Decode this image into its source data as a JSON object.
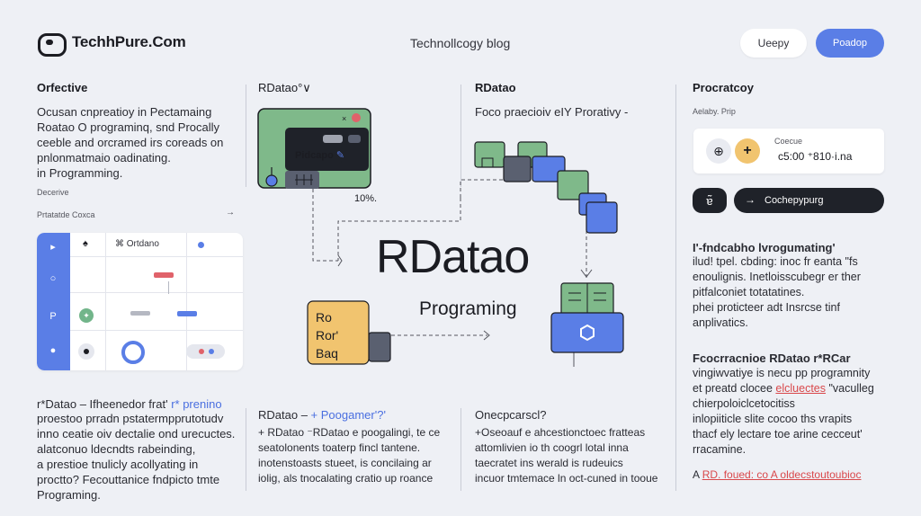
{
  "header": {
    "logo": "TechhPure.Com",
    "center": "Technollcogy blog",
    "btn_ghost": "Ueepy",
    "btn_primary": "Poadop"
  },
  "col1": {
    "title": "Orfective",
    "lines": [
      "Ocusan cnpreatioy  in Pectamaing",
      "Roatao O programinq, snd Procally",
      "ceeble and orcramed irs coreads on",
      "pnlonmatmaio oadinating.",
      "in Programming."
    ],
    "sub1": "Decerive",
    "sub2": "Prtatatde Coxca",
    "sub2_arrow": "→",
    "grid_header": "Ortdano",
    "bottom_title_a": "r*Datao –  Ifheenedor frat' ",
    "bottom_title_b": "r*  prenino",
    "bottom_lines": [
      "proestoo prradn pstatermpprutotudv",
      "inno ceatie oiv dectalie  ond urecuctes.",
      "alatconuo ldecndts rabeinding,",
      "a prestioe tnulicly acollyating in",
      "proctto? Fecouttanice fndpicto tmte",
      "Programing."
    ]
  },
  "col2": {
    "title": "RDatao°∨",
    "window_label": "Pidcapo",
    "percent": "10%.",
    "box_lines": [
      "Ro",
      "Ror'",
      "Baq"
    ],
    "bottom_title_a": "RDatao – ",
    "bottom_title_b": "+ Poogamer'?'",
    "bottom_lines": [
      "+ RDatao ⁻RDatao e poogalingi, te ce",
      "seatolonents toaterp fincl tantene.",
      "inotenstoasts stueet, is concilaing ar",
      "iolig, als tnocalating cratio up roance"
    ]
  },
  "col3": {
    "title": "RDatao",
    "subtitle": "Foco praecioiv eIY Prorativy -",
    "big_title": "RDatao",
    "big_sub": "Programing",
    "bottom_title": "Onecpcarscl?",
    "bottom_lines": [
      "+Oseoauf e ahcestionctoec fratteas",
      "attomlivien io th coogrl lotal inna",
      "taecratet ins werald is rudeuics",
      "incuor tmtemace ln oct-cuned in tooue"
    ]
  },
  "col4": {
    "title": "Procratcoy",
    "small": "Aelaby. Prip",
    "card_label": "Coecue",
    "card_value": "c5:00 ⁺810·i.na",
    "pill_label": "Cochepypurg",
    "sq_icon": "ɐ̃",
    "mid_title": "I'-fndcabho lvrogumating'",
    "mid_lines": [
      "ilud! tpel. cbding: inoc fr eanta \"fs",
      "enoulignis. Inetloisscubegr er ther",
      "pitfalconiet totatatines.",
      "phei proticteer adt Insrcse tinf",
      "anplivatics."
    ],
    "bottom_title": "Fcocrracnioe RDatao r*RCar",
    "bottom_lines_pre": [
      "vingiwvatiye is necu pp programnity"
    ],
    "bottom_line2_a": "et preatd clocee ",
    "bottom_line2_link": "elcluectes",
    "bottom_line2_b": " \"vaculleg",
    "bottom_lines_post": [
      "chierpoloiclcetocitiss",
      "inlopiiticle slite cocoo ths vrapits",
      "thacf ely lectare toe arine  cecceut'",
      "rracamine."
    ],
    "footer_a": "A ",
    "footer_link": "RD. foued: co A oldecstoutoubioc"
  },
  "colors": {
    "accent": "#5a7ee6",
    "green": "#7fb98a",
    "orange": "#f1c46f",
    "dark": "#1f2229",
    "red": "#d9484b"
  }
}
